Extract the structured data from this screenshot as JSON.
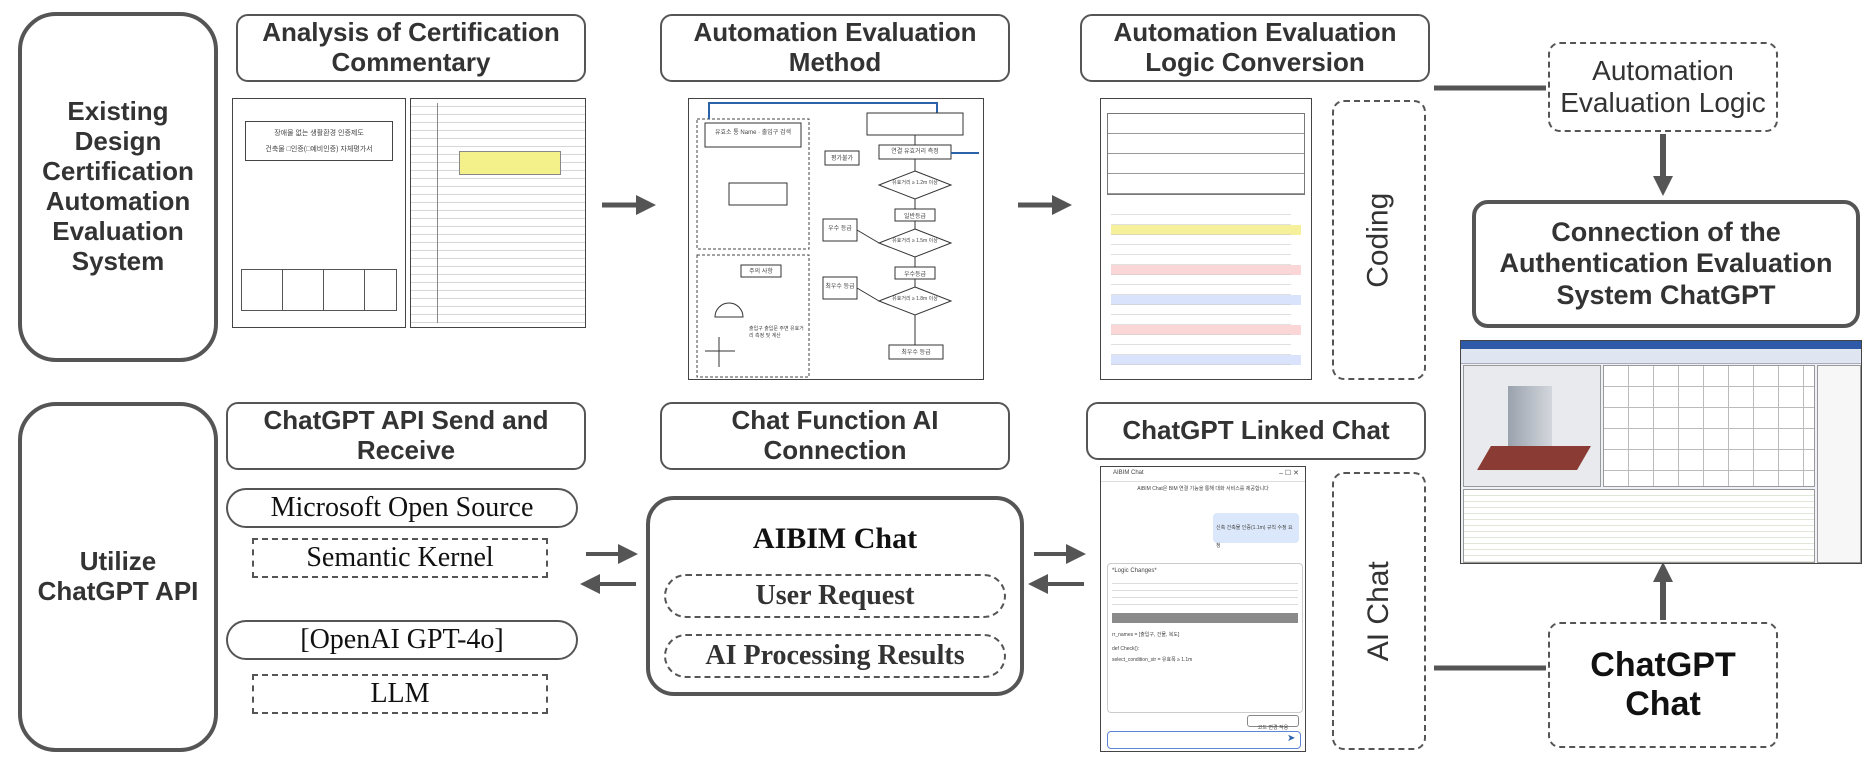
{
  "left_labels": {
    "top": "Existing Design Certification Automation Evaluation System",
    "bottom": "Utilize ChatGPT API"
  },
  "top_row": {
    "analysis": "Analysis of Certification Commentary",
    "method": "Automation Evaluation Method",
    "conversion": "Automation Evaluation Logic Conversion",
    "logic": "Automation Evaluation Logic",
    "coding": "Coding",
    "connection": "Connection of the Authentication Evaluation System ChatGPT"
  },
  "bottom_row": {
    "api": "ChatGPT API Send and Receive",
    "chat_function": "Chat Function AI Connection",
    "linked_chat": "ChatGPT Linked Chat",
    "ai_chat": "AI Chat",
    "chatgpt_chat": "ChatGPT Chat"
  },
  "api_items": {
    "microsoft": "Microsoft Open Source",
    "kernel": "Semantic Kernel",
    "openai": "[OpenAI GPT-4o]",
    "llm": "LLM"
  },
  "aibim": {
    "title": "AIBIM Chat",
    "request": "User Request",
    "results": "AI Processing Results"
  },
  "doc_thumb": {
    "title_line1": "장애물 없는 생활환경 인증제도",
    "title_line2": "건축물 □인증(□예비인증) 자체평가서"
  },
  "flow_thumb": {
    "n1": "유효소 통 Name · 출입구 검색",
    "n2": "연결 유효거리 측정",
    "n3": "평가불가",
    "d1": "유효거리 ≥ 1.2m 이상",
    "g1": "일반등급",
    "d2": "유효거리 ≥ 1.5m 이상",
    "g2": "우수등급",
    "d3": "유효거리 ≥ 1.8m 이상",
    "g3": "최우수 등급",
    "s1": "우수 등급",
    "s2": "최우수 등급",
    "note_title": "주의 사항",
    "note_body": "출입구 출입문 주변 유효거리 측정 및 계산"
  },
  "chat_thumb": {
    "window_title": "AIBIM Chat",
    "intro": "AIBIM Chat은 BIM 연결 기능을 통해 대화 서비스를 제공합니다",
    "user_msg": "신축 건축물 인증(1.1m) 규칙 수정 요청",
    "logic": "*Logic Changes*",
    "code_a": "rr_names = [출입구, 건물, 복도]",
    "code_b": "def Check():",
    "code_c": "select_condition_str = 유효폭 ≥ 1.1m",
    "btn": "코드 변경 적용"
  }
}
